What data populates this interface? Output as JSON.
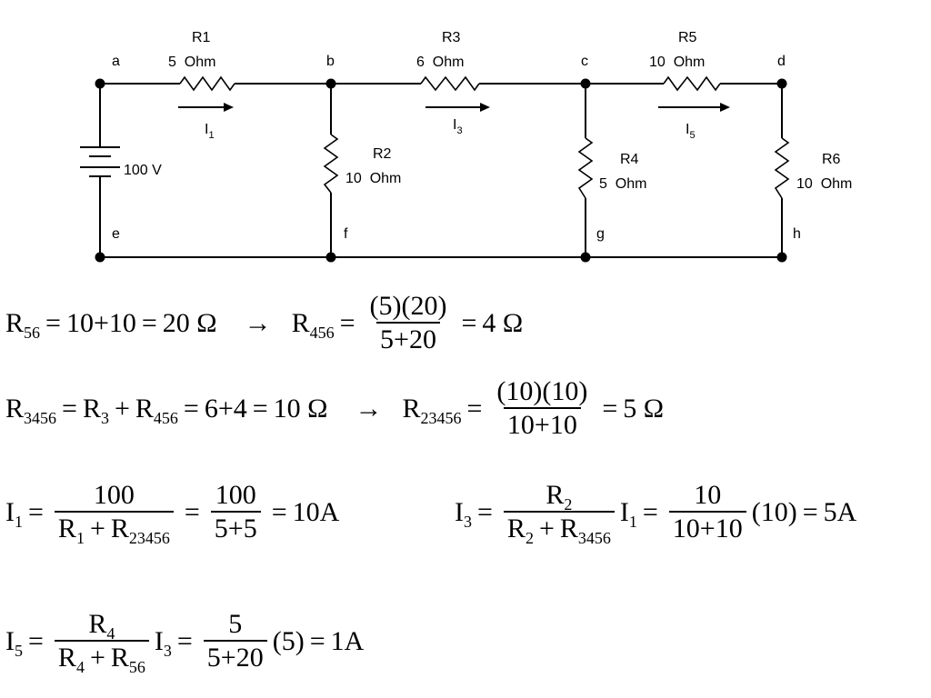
{
  "circuit": {
    "nodes": [
      "a",
      "b",
      "c",
      "d",
      "e",
      "f",
      "g",
      "h"
    ],
    "source": "100 V",
    "resistors": [
      {
        "name": "R1",
        "value": "5  Ohm"
      },
      {
        "name": "R2",
        "value": "10  Ohm"
      },
      {
        "name": "R3",
        "value": "6  Ohm"
      },
      {
        "name": "R4",
        "value": "5  Ohm"
      },
      {
        "name": "R5",
        "value": "10  Ohm"
      },
      {
        "name": "R6",
        "value": "10  Ohm"
      }
    ],
    "currents": [
      {
        "letter": "I",
        "sub": "1"
      },
      {
        "letter": "I",
        "sub": "3"
      },
      {
        "letter": "I",
        "sub": "5"
      }
    ]
  },
  "equations": {
    "eq1": {
      "lhs": "R",
      "lhs_sub": "56",
      "eq": "=",
      "expr": "10+10",
      "eq2": "=",
      "result": "20 Ω",
      "arrow": "→",
      "lhs2": "R",
      "lhs2_sub": "456",
      "eq3": "=",
      "num": "(5)(20)",
      "den": "5+20",
      "eq4": "=",
      "result2": "4 Ω"
    },
    "eq2": {
      "lhs": "R",
      "lhs_sub": "3456",
      "eq": "=",
      "t1": "R",
      "t1_sub": "3",
      "plus": "+",
      "t2": "R",
      "t2_sub": "456",
      "eq2": "=",
      "expr": "6+4",
      "eq3": "=",
      "result": "10 Ω",
      "arrow": "→",
      "lhs2": "R",
      "lhs2_sub": "23456",
      "eq4": "=",
      "num": "(10)(10)",
      "den": "10+10",
      "eq5": "=",
      "result2": "5 Ω"
    },
    "eq3": {
      "lhs": "I",
      "lhs_sub": "1",
      "eq": "=",
      "num": "100",
      "den_t1": "R",
      "den_t1_sub": "1",
      "den_plus": "+",
      "den_t2": "R",
      "den_t2_sub": "23456",
      "eq2": "=",
      "num2": "100",
      "den2": "5+5",
      "eq3": "=",
      "result": "10A"
    },
    "eq4": {
      "lhs": "I",
      "lhs_sub": "3",
      "eq": "=",
      "num": "R",
      "num_sub": "2",
      "den_t1": "R",
      "den_t1_sub": "2",
      "den_plus": "+",
      "den_t2": "R",
      "den_t2_sub": "3456",
      "mult": "I",
      "mult_sub": "1",
      "eq2": "=",
      "num2": "10",
      "den2": "10+10",
      "factor": "(10)",
      "eq3": "=",
      "result": "5A"
    },
    "eq5": {
      "lhs": "I",
      "lhs_sub": "5",
      "eq": "=",
      "num": "R",
      "num_sub": "4",
      "den_t1": "R",
      "den_t1_sub": "4",
      "den_plus": "+",
      "den_t2": "R",
      "den_t2_sub": "56",
      "mult": "I",
      "mult_sub": "3",
      "eq2": "=",
      "num2": "5",
      "den2": "5+20",
      "factor": "(5)",
      "eq3": "=",
      "result": "1A"
    }
  }
}
